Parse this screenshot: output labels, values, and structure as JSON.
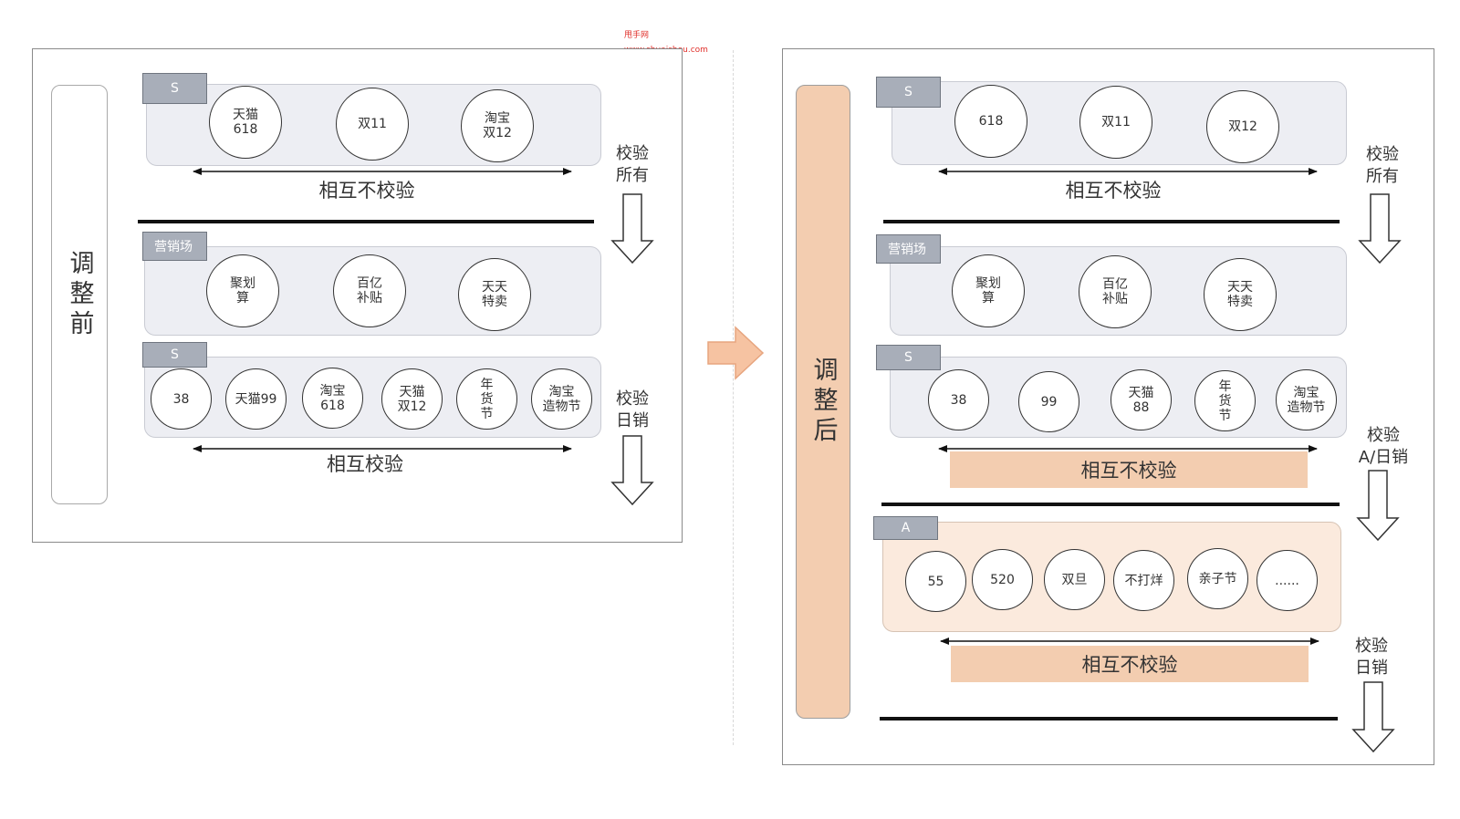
{
  "watermark": {
    "line1": "甩手网",
    "line2": "www.shuaishou.com"
  },
  "before": {
    "sidebar_label": "调整前",
    "group1": {
      "tag": "S",
      "items": [
        "天猫\n618",
        "双11",
        "淘宝\n双12"
      ],
      "caption": "相互不校验"
    },
    "group2": {
      "tag": "营销场",
      "items": [
        "聚划\n算",
        "百亿\n补贴",
        "天天\n特卖"
      ]
    },
    "group3": {
      "tag": "S",
      "items": [
        "38",
        "天猫99",
        "淘宝\n618",
        "天猫\n双12",
        "年\n货\n节",
        "淘宝\n造物节"
      ],
      "caption": "相互校验"
    },
    "side_top": "校验\n所有",
    "side_bottom": "校验\n日销"
  },
  "after": {
    "sidebar_label": "调整后",
    "group1": {
      "tag": "S",
      "items": [
        "618",
        "双11",
        "双12"
      ],
      "caption": "相互不校验"
    },
    "group2": {
      "tag": "营销场",
      "items": [
        "聚划\n算",
        "百亿\n补贴",
        "天天\n特卖"
      ]
    },
    "group3": {
      "tag": "S",
      "items": [
        "38",
        "99",
        "天猫\n88",
        "年\n货\n节",
        "淘宝\n造物节"
      ],
      "caption": "相互不校验"
    },
    "group4": {
      "tag": "A",
      "items": [
        "55",
        "520",
        "双旦",
        "不打烊",
        "亲子节",
        "......"
      ],
      "caption": "相互不校验"
    },
    "side_top": "校验\n所有",
    "side_mid": "校验\nA/日销",
    "side_bottom": "校验\n日销"
  },
  "colors": {
    "peach": "#f3cdb0",
    "group_bg": "#edeef3",
    "tag_bg": "#a8aeb9",
    "arrow_fill": "#f6c3a2"
  }
}
